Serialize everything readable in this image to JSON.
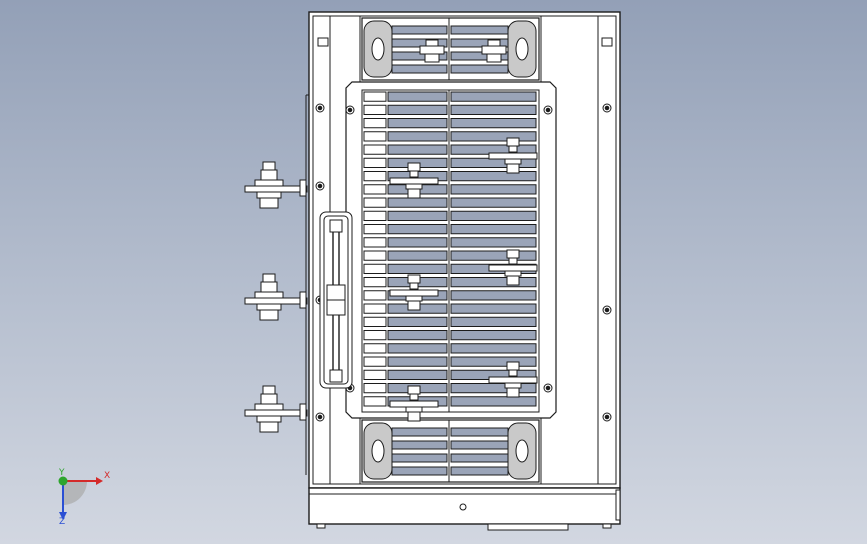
{
  "viewport": {
    "background_top": "#93a0b7",
    "background_bottom": "#d2d7e1",
    "line_color": "#1c1c1c",
    "body_fill": "#ffffff",
    "slot_fill": "#9aa4b8",
    "lug_fill": "#c9c9c9"
  },
  "triad": {
    "x_label": "X",
    "y_label": "Y",
    "z_label": "Z",
    "x_color": "#d42a2a",
    "y_color": "#2ea52e",
    "z_color": "#2a4fd4"
  },
  "parts": {
    "side_terminals": 3,
    "grille_slats": 24,
    "bracket_bolts": 6,
    "mounting_screws": 8,
    "mounting_lugs": 4
  }
}
